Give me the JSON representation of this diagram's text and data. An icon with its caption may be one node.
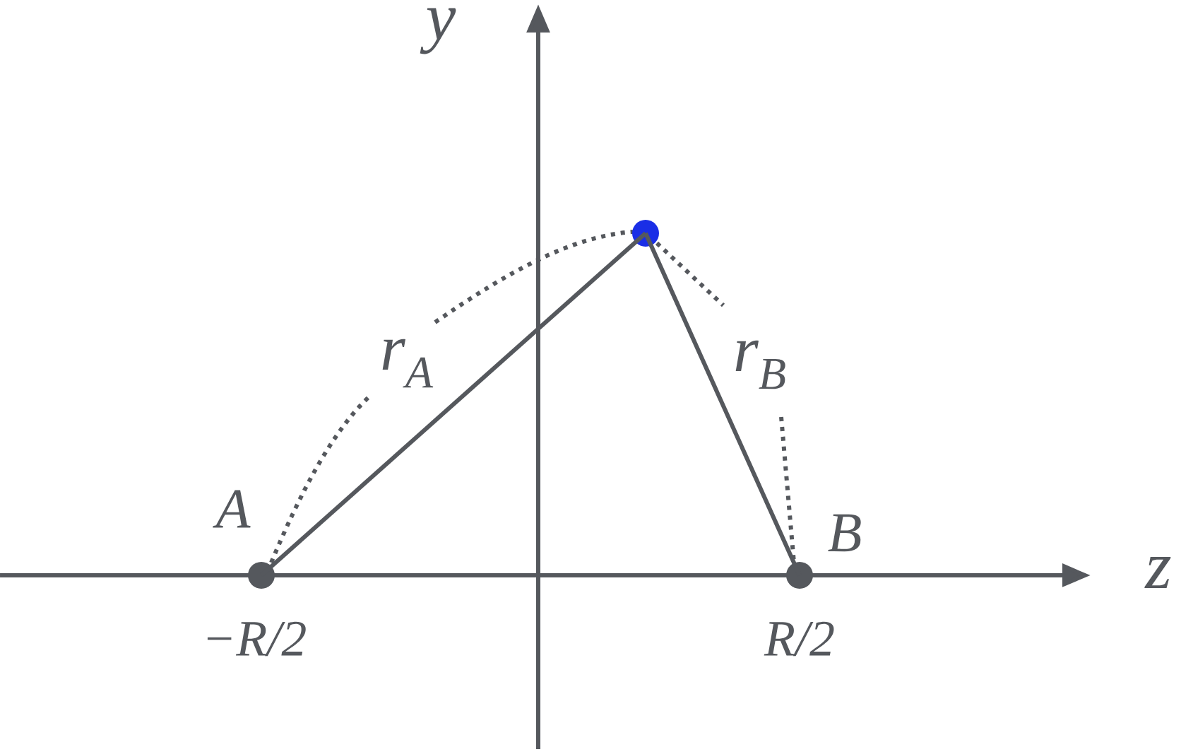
{
  "diagram": {
    "nodes": [
      {
        "text": [],
        "shape": "circle",
        "beside": [
          "A",
          "−R/2"
        ]
      },
      {
        "text": [],
        "shape": "circle",
        "beside": [
          "B",
          "R/2"
        ]
      },
      {
        "text": [],
        "shape": "circle"
      }
    ],
    "edges": [
      {
        "from": 0,
        "to": 2,
        "arrow": "none"
      },
      {
        "from": 2,
        "to": 1,
        "arrow": "none"
      }
    ],
    "labels": [
      "y",
      "z",
      "r$_{A}$",
      "r$_{B}$"
    ]
  }
}
